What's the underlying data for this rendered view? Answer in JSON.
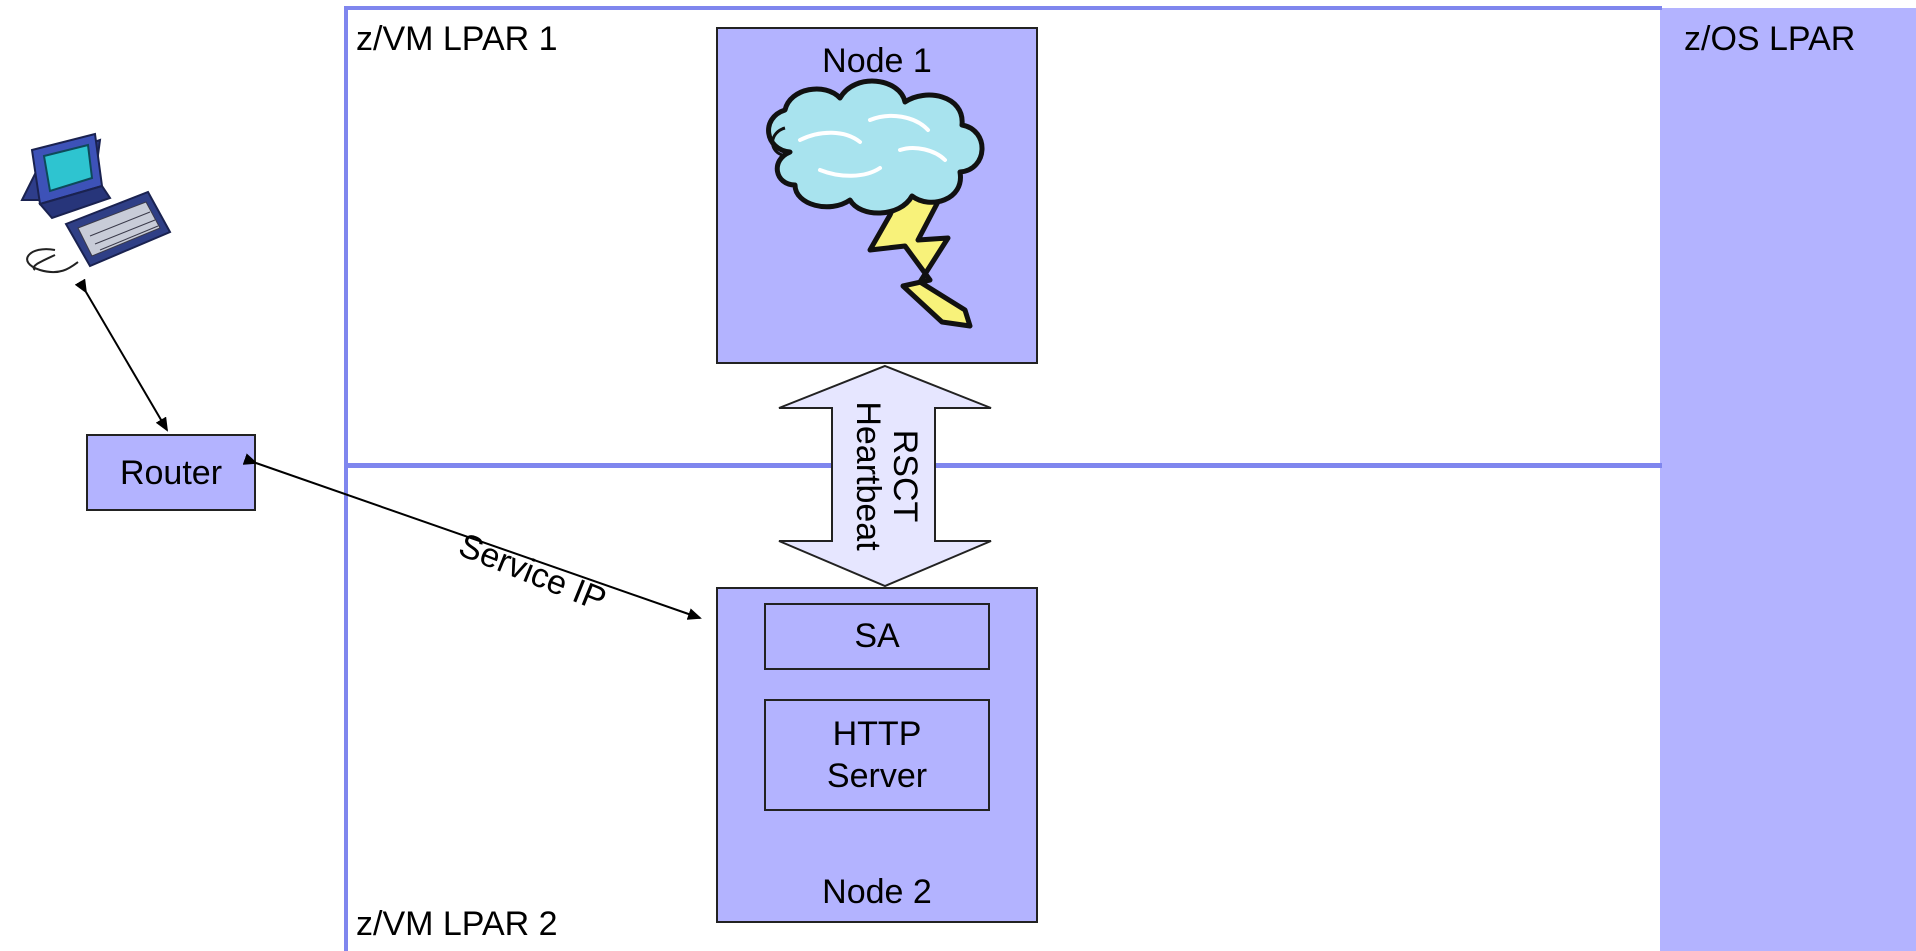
{
  "lpars": {
    "zvm1": "z/VM LPAR 1",
    "zvm2": "z/VM LPAR 2",
    "zos": "z/OS LPAR"
  },
  "nodes": {
    "node1": "Node 1",
    "node2": "Node 2",
    "sa": "SA",
    "http_line1": "HTTP",
    "http_line2": "Server"
  },
  "network": {
    "router": "Router",
    "service_ip": "Service IP"
  },
  "heartbeat": {
    "line1": "RSCT",
    "line2": "Heartbeat"
  },
  "icons": {
    "workstation": "desktop-computer-icon",
    "failure": "storm-cloud-lightning-icon"
  },
  "colors": {
    "frame_blue": "#7f86ee",
    "fill_lavender": "#b3b3ff",
    "arrow_fill": "#e6e6ff"
  }
}
